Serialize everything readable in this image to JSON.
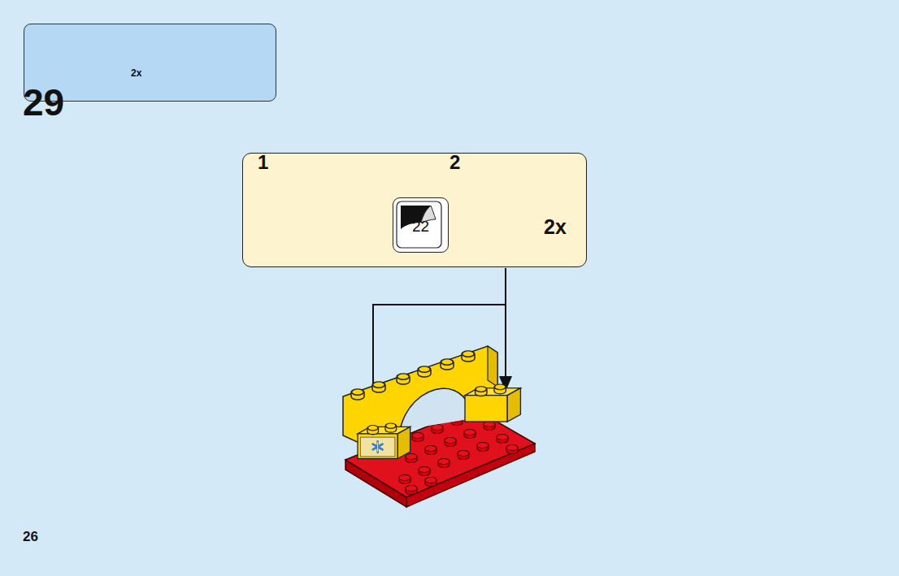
{
  "diagram": {
    "nodes": [
      {
        "text": [
          "2x"
        ]
      },
      {
        "text": [
          "1",
          "2",
          "2x"
        ]
      },
      {
        "text": [
          "22"
        ],
        "in": 1
      }
    ],
    "labels": [
      "29",
      "26"
    ]
  }
}
